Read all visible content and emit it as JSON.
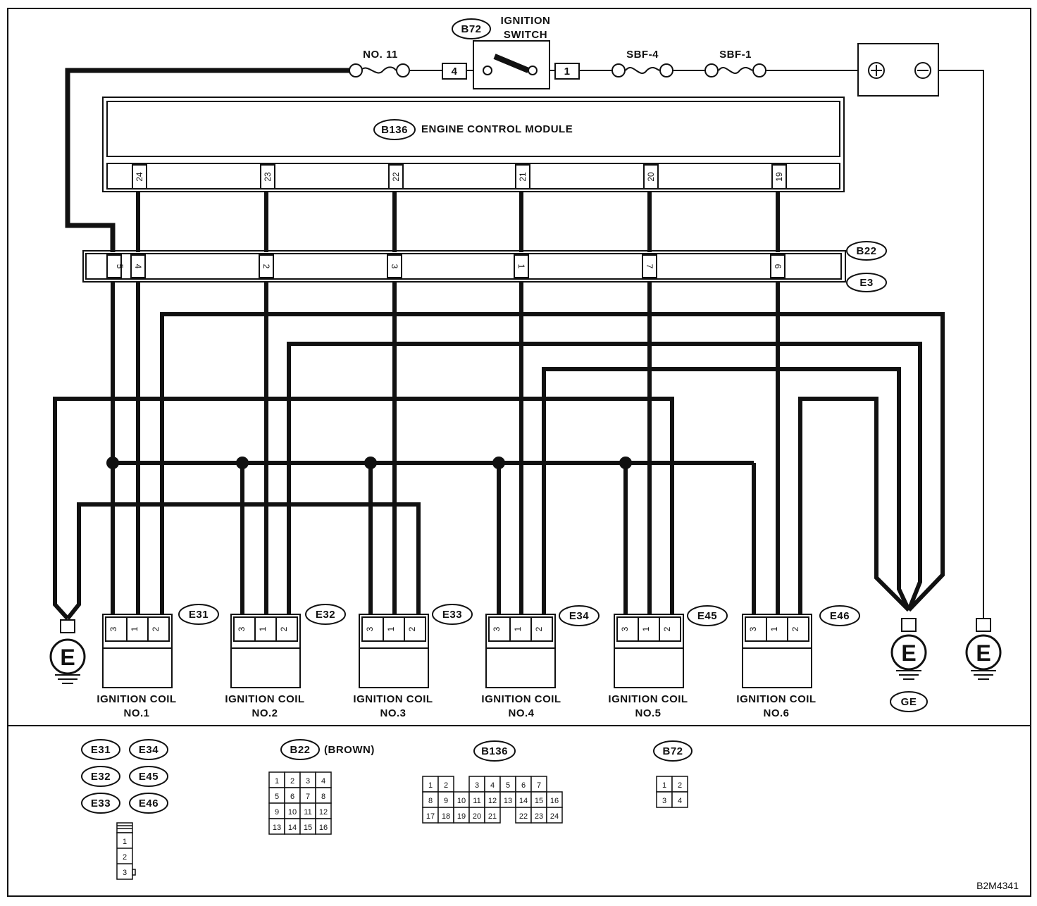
{
  "diagram_id": "B2M4341",
  "colors": {
    "wire": "#111111",
    "background": "#ffffff"
  },
  "power": {
    "ignition_switch": {
      "connector": "B72",
      "label_line1": "IGNITION",
      "label_line2": "SWITCH",
      "pin_in": "1",
      "pin_out": "4"
    },
    "fuses": [
      "NO. 11",
      "SBF-4",
      "SBF-1"
    ],
    "battery": {
      "plus": "⊕",
      "minus": "⊖"
    }
  },
  "ecm": {
    "connector": "B136",
    "label": "ENGINE CONTROL MODULE",
    "pins": [
      "24",
      "23",
      "22",
      "21",
      "20",
      "19"
    ]
  },
  "joint": {
    "connector_top": "B22",
    "connector_bottom": "E3",
    "pins": [
      "5",
      "4",
      "2",
      "3",
      "1",
      "7",
      "6"
    ]
  },
  "coils": [
    {
      "connector": "E31",
      "name": "IGNITION COIL",
      "number": "NO.1",
      "pins": [
        "3",
        "1",
        "2"
      ]
    },
    {
      "connector": "E32",
      "name": "IGNITION COIL",
      "number": "NO.2",
      "pins": [
        "3",
        "1",
        "2"
      ]
    },
    {
      "connector": "E33",
      "name": "IGNITION COIL",
      "number": "NO.3",
      "pins": [
        "3",
        "1",
        "2"
      ]
    },
    {
      "connector": "E34",
      "name": "IGNITION COIL",
      "number": "NO.4",
      "pins": [
        "3",
        "1",
        "2"
      ]
    },
    {
      "connector": "E45",
      "name": "IGNITION COIL",
      "number": "NO.5",
      "pins": [
        "3",
        "1",
        "2"
      ]
    },
    {
      "connector": "E46",
      "name": "IGNITION COIL",
      "number": "NO.6",
      "pins": [
        "3",
        "1",
        "2"
      ]
    }
  ],
  "grounds": {
    "symbol": "E",
    "ge_label": "GE"
  },
  "legend": {
    "coil_connectors": [
      "E31",
      "E34",
      "E32",
      "E45",
      "E33",
      "E46"
    ],
    "coil_pins": [
      "1",
      "2",
      "3"
    ],
    "b22": {
      "name": "B22",
      "color_note": "(BROWN)",
      "pins": [
        "1",
        "2",
        "3",
        "4",
        "5",
        "6",
        "7",
        "8",
        "9",
        "10",
        "11",
        "12",
        "13",
        "14",
        "15",
        "16"
      ]
    },
    "b136": {
      "name": "B136",
      "pins": [
        "1",
        "2",
        "3",
        "4",
        "5",
        "6",
        "7",
        "8",
        "9",
        "10",
        "11",
        "12",
        "13",
        "14",
        "15",
        "16",
        "17",
        "18",
        "19",
        "20",
        "21",
        "22",
        "23",
        "24"
      ]
    },
    "b72": {
      "name": "B72",
      "pins": [
        "1",
        "2",
        "3",
        "4"
      ]
    }
  }
}
